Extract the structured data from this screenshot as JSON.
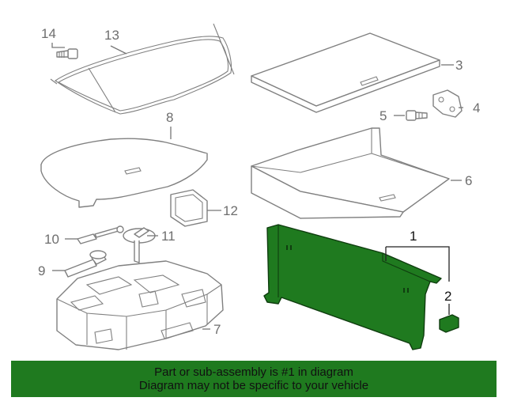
{
  "diagram": {
    "callouts": {
      "c1": "1",
      "c2": "2",
      "c3": "3",
      "c4": "4",
      "c5": "5",
      "c6": "6",
      "c7": "7",
      "c8": "8",
      "c9": "9",
      "c10": "10",
      "c11": "11",
      "c12": "12",
      "c13": "13",
      "c14": "14"
    },
    "highlight_color": "#1f7a1f"
  },
  "banner": {
    "line1": "Part or sub-assembly is #1 in diagram",
    "line2": "Diagram may not be specific to your vehicle"
  }
}
